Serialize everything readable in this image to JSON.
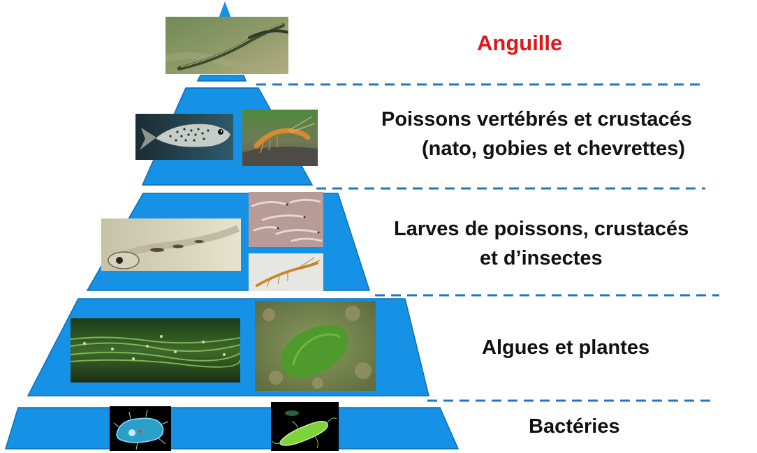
{
  "colors": {
    "tier_fill": "#1592e6",
    "tier_stroke": "#0c6db6",
    "separator": "#1f76c4",
    "apex_label": "#e0161b",
    "label": "#111111"
  },
  "levels": [
    {
      "id": "anguille",
      "lines": [
        "Anguille"
      ],
      "images": [
        "eel-photo"
      ]
    },
    {
      "id": "poissons",
      "lines": [
        "Poissons vertébrés  et crustacés",
        "(nato, gobies et chevrettes)"
      ],
      "images": [
        "spotted-fish-photo",
        "shrimp-photo"
      ]
    },
    {
      "id": "larves",
      "lines": [
        "Larves de poissons, crustacés",
        "et d’insectes"
      ],
      "images": [
        "fish-larva-photo",
        "juvenile-shrimp-photo",
        "crustacean-larva-photo"
      ]
    },
    {
      "id": "algues",
      "lines": [
        "Algues et plantes"
      ],
      "images": [
        "water-plants-photo",
        "green-algae-photo"
      ]
    },
    {
      "id": "bacteries",
      "lines": [
        "Bactéries"
      ],
      "images": [
        "bacterium-blue-icon",
        "bacterium-green-icon"
      ]
    }
  ]
}
